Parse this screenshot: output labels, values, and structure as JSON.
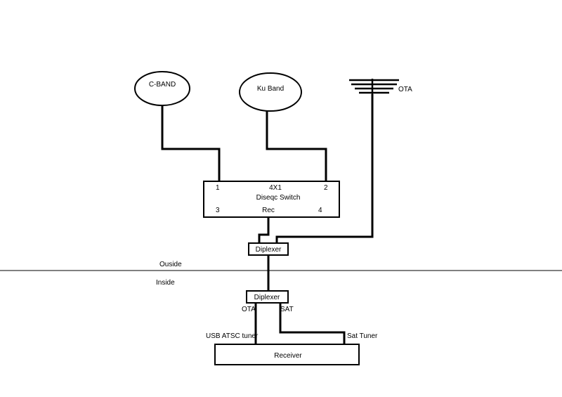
{
  "diagram": {
    "dishes": {
      "cband": "C-BAND",
      "ku": "Ku Band",
      "ota": "OTA"
    },
    "switch": {
      "title": "4X1",
      "name": "Diseqc Switch",
      "port1": "1",
      "port2": "2",
      "port3": "3",
      "port4": "4",
      "rec": "Rec"
    },
    "diplexer_outside": "Diplexer",
    "diplexer_inside": "Diplexer",
    "boundary": {
      "outside": "Ouside",
      "inside": "Inside"
    },
    "ports": {
      "ota": "OTA",
      "sat": "SAT"
    },
    "tuners": {
      "usb": "USB ATSC tuner",
      "sat": "Sat Tuner"
    },
    "receiver": "Receiver"
  }
}
